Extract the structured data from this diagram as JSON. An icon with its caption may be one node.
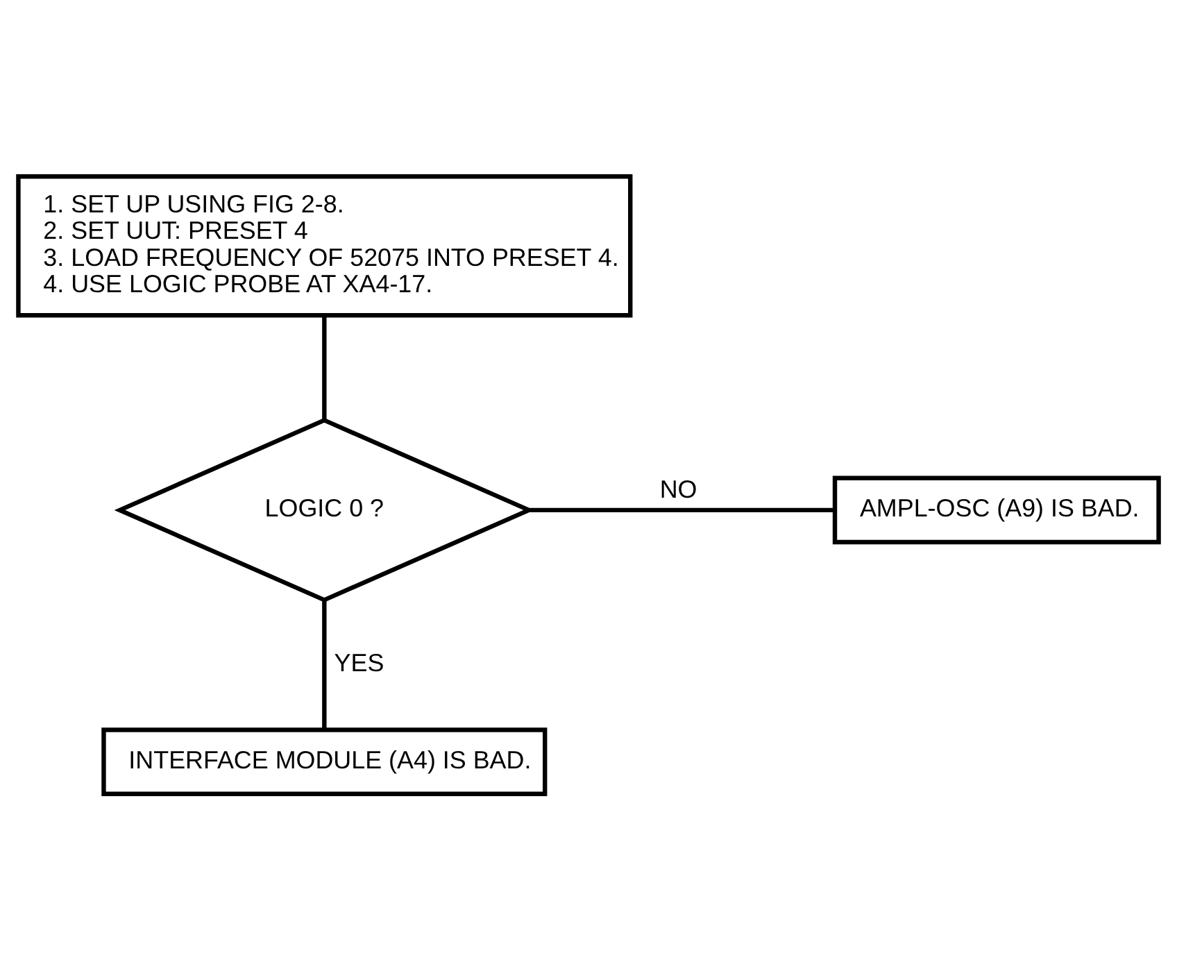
{
  "diagram": {
    "nodes": [
      {
        "text": [
          "1. SET UP USING FIG 2-8.",
          "2. SET UUT: PRESET 4",
          "3. LOAD FREQUENCY OF 52075 INTO PRESET 4.",
          "4. USE LOGIC PROBE AT XA4-17."
        ]
      },
      {
        "text": [
          "LOGIC 0 ?"
        ]
      },
      {
        "text": [
          "AMPL-OSC (A9) IS BAD."
        ]
      },
      {
        "text": [
          "INTERFACE MODULE (A4) IS BAD."
        ]
      }
    ],
    "edges": [
      {
        "from": 0,
        "to": 1,
        "arrow": "none"
      },
      {
        "from": 1,
        "to": 2,
        "arrow": "none",
        "label": "NO"
      },
      {
        "from": 1,
        "to": 3,
        "arrow": "none",
        "label": "YES"
      }
    ]
  }
}
